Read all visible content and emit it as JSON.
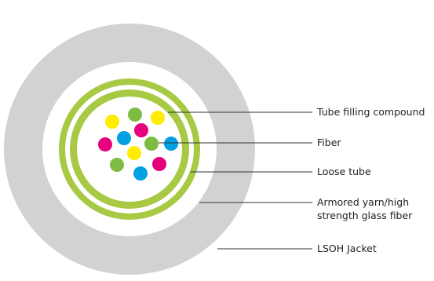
{
  "labels": {
    "tube_filling_compound": "Tube filling compound",
    "fiber": "Fiber",
    "loose_tube": "Loose tube",
    "armored_yarn_line1": "Armored yarn/high",
    "armored_yarn_line2": "strength glass fiber",
    "lsoh_jacket": "LSOH Jacket"
  },
  "colors": {
    "jacket": "#d2d2d3",
    "green": "#a7c943",
    "fiber_green": "#7dbb42",
    "yellow": "#ffed00",
    "magenta": "#e6007e",
    "cyan": "#00a0e3",
    "leader": "#333333"
  },
  "fibers": [
    {
      "color": "fiber_green"
    },
    {
      "color": "yellow"
    },
    {
      "color": "yellow"
    },
    {
      "color": "magenta"
    },
    {
      "color": "cyan"
    },
    {
      "color": "magenta"
    },
    {
      "color": "fiber_green"
    },
    {
      "color": "cyan"
    },
    {
      "color": "yellow"
    },
    {
      "color": "fiber_green"
    },
    {
      "color": "magenta"
    },
    {
      "color": "cyan"
    }
  ]
}
